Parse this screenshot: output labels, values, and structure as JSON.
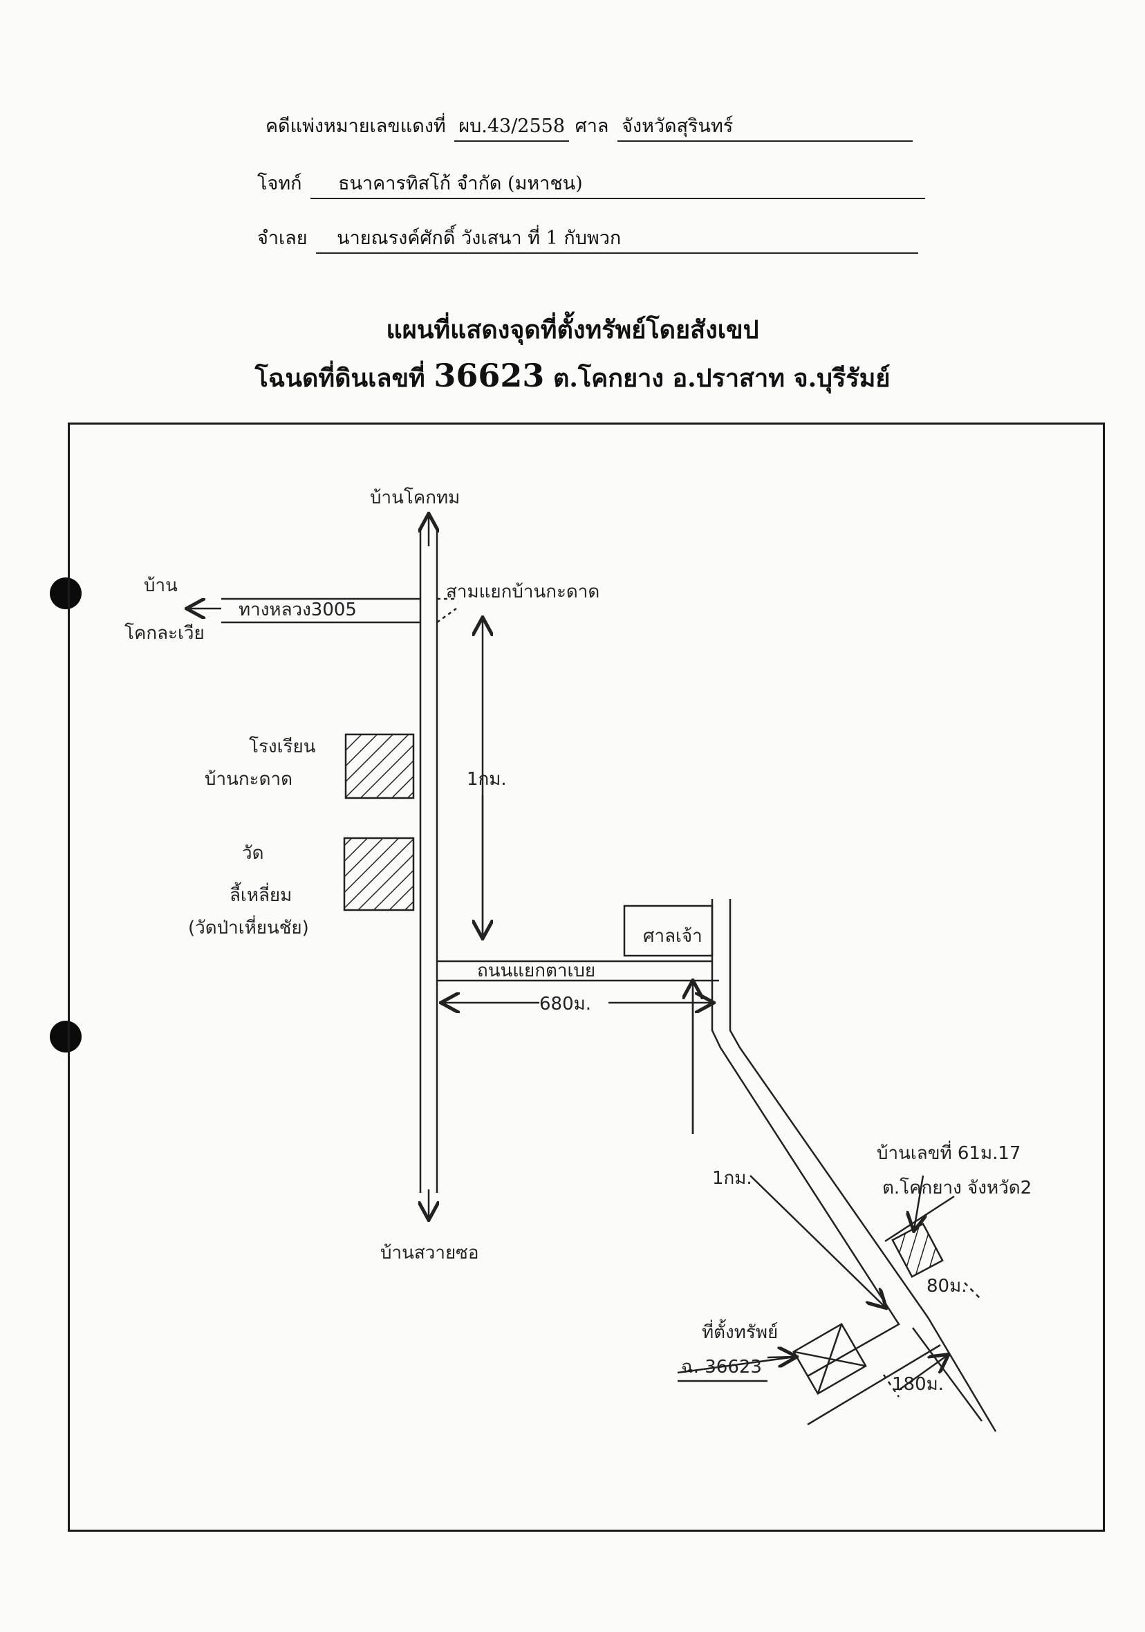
{
  "header": {
    "case_label": "คดีแพ่งหมายเลขแดงที่",
    "case_number": "ผบ.43/2558",
    "court_label": "ศาล",
    "court": "จังหวัดสุรินทร์",
    "plaintiff_label": "โจทก์",
    "plaintiff": "ธนาคารทิสโก้ จำกัด (มหาชน)",
    "defendant_label": "จำเลย",
    "defendant": "นายณรงค์ศักดิ์ วังเสนา ที่ 1 กับพวก"
  },
  "title": {
    "line1": "แผนที่แสดงจุดที่ตั้งทรัพย์โดยสังเขป",
    "line2_prefix": "โฉนดที่ดินเลขที่",
    "deed_number": "36623",
    "line2_suffix": "ต.โคกยาง อ.ปราสาท จ.บุรีรัมย์"
  },
  "map": {
    "labels": {
      "north_village": "บ้านโคกทม",
      "west_village_1": "บ้าน",
      "west_village_2": "โคกละเวีย",
      "highway": "ทางหลวง3005",
      "junction": "สามแยกบ้านกะดาด",
      "school_1": "โรงเรียน",
      "school_2": "บ้านกะดาด",
      "distance_1km_a": "1กม.",
      "temple_1": "วัด",
      "temple_2": "ลี้เหลี่ยม",
      "temple_3": "(วัดป่าเหี่ยนชัย)",
      "shrine": "ศาลเจ้า",
      "road_junction": "ถนนแยกตาเบย",
      "distance_680m": "680ม.",
      "south_village": "บ้านสวายซอ",
      "distance_1km_b": "1กม.",
      "house_1": "บ้านเลขที่ 61ม.17",
      "house_2": "ต.โคกยาง จังหวัด2",
      "distance_80m": "80ม.",
      "property_label": "ที่ตั้งทรัพย์",
      "deed_label": "ฉ. 36623",
      "distance_180m": "180ม."
    }
  }
}
